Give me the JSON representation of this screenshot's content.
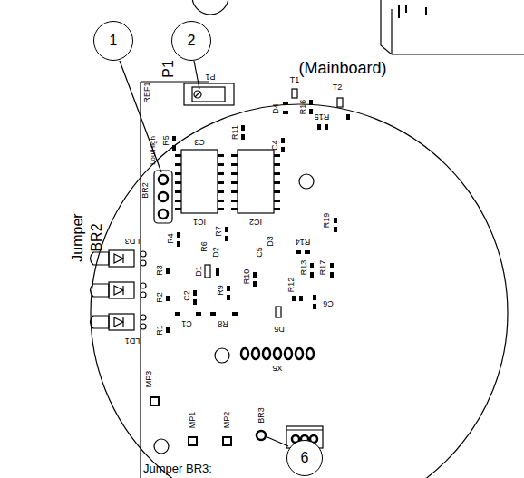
{
  "diagram": {
    "nodes": [
      {
        "text": [
          "1"
        ]
      },
      {
        "text": [
          "2"
        ]
      },
      {
        "text": [
          "6"
        ]
      }
    ],
    "labels": [
      "(Mainboard)",
      "REF1",
      "P1",
      "P1",
      "Jumper",
      "BR2",
      "D4",
      "T1",
      "R16",
      "T2",
      "R15",
      "R11",
      "C3",
      "C4",
      "R5",
      "BR2",
      "Lou/High",
      "IC1",
      "IC2",
      "R4",
      "R7",
      "R6",
      "D2",
      "D1",
      "C2",
      "R9",
      "R10",
      "C5",
      "D3",
      "R14",
      "R19",
      "R13",
      "R12",
      "R17",
      "C6",
      "R8",
      "C1",
      "D5",
      "LD3",
      "R3",
      "R2",
      "R1",
      "LD1",
      "MP3",
      "X5",
      "MP1",
      "MP2",
      "BR3",
      "Jumper BR3:"
    ]
  }
}
